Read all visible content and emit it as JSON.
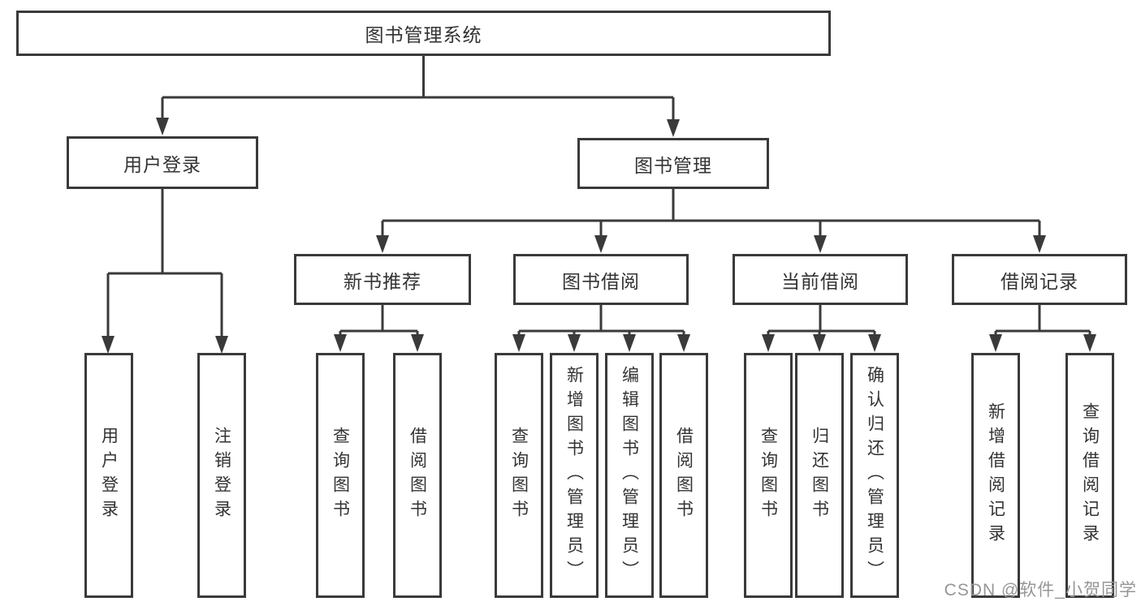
{
  "diagram_title": "图书管理系统",
  "tree": {
    "root": {
      "label": "图书管理系统"
    },
    "branches": [
      {
        "label": "用户登录",
        "children": [
          {
            "label": "用户登录"
          },
          {
            "label": "注销登录"
          }
        ]
      },
      {
        "label": "图书管理",
        "children": [
          {
            "label": "新书推荐",
            "children": [
              {
                "label": "查询图书"
              },
              {
                "label": "借阅图书"
              }
            ]
          },
          {
            "label": "图书借阅",
            "children": [
              {
                "label": "查询图书"
              },
              {
                "label": "新增图书（管理员）"
              },
              {
                "label": "编辑图书（管理员）"
              },
              {
                "label": "借阅图书"
              }
            ]
          },
          {
            "label": "当前借阅",
            "children": [
              {
                "label": "查询图书"
              },
              {
                "label": "归还图书"
              },
              {
                "label": "确认归还（管理员）"
              }
            ]
          },
          {
            "label": "借阅记录",
            "children": [
              {
                "label": "新增借阅记录"
              },
              {
                "label": "查询借阅记录"
              }
            ]
          }
        ]
      }
    ]
  },
  "watermark": {
    "text": "CSDN @软件_小贺同学"
  },
  "colors": {
    "line": "#3a3a3a",
    "text": "#333333",
    "box_background": "#ffffff",
    "page_background": "#ffffff",
    "watermark": "#969696"
  }
}
